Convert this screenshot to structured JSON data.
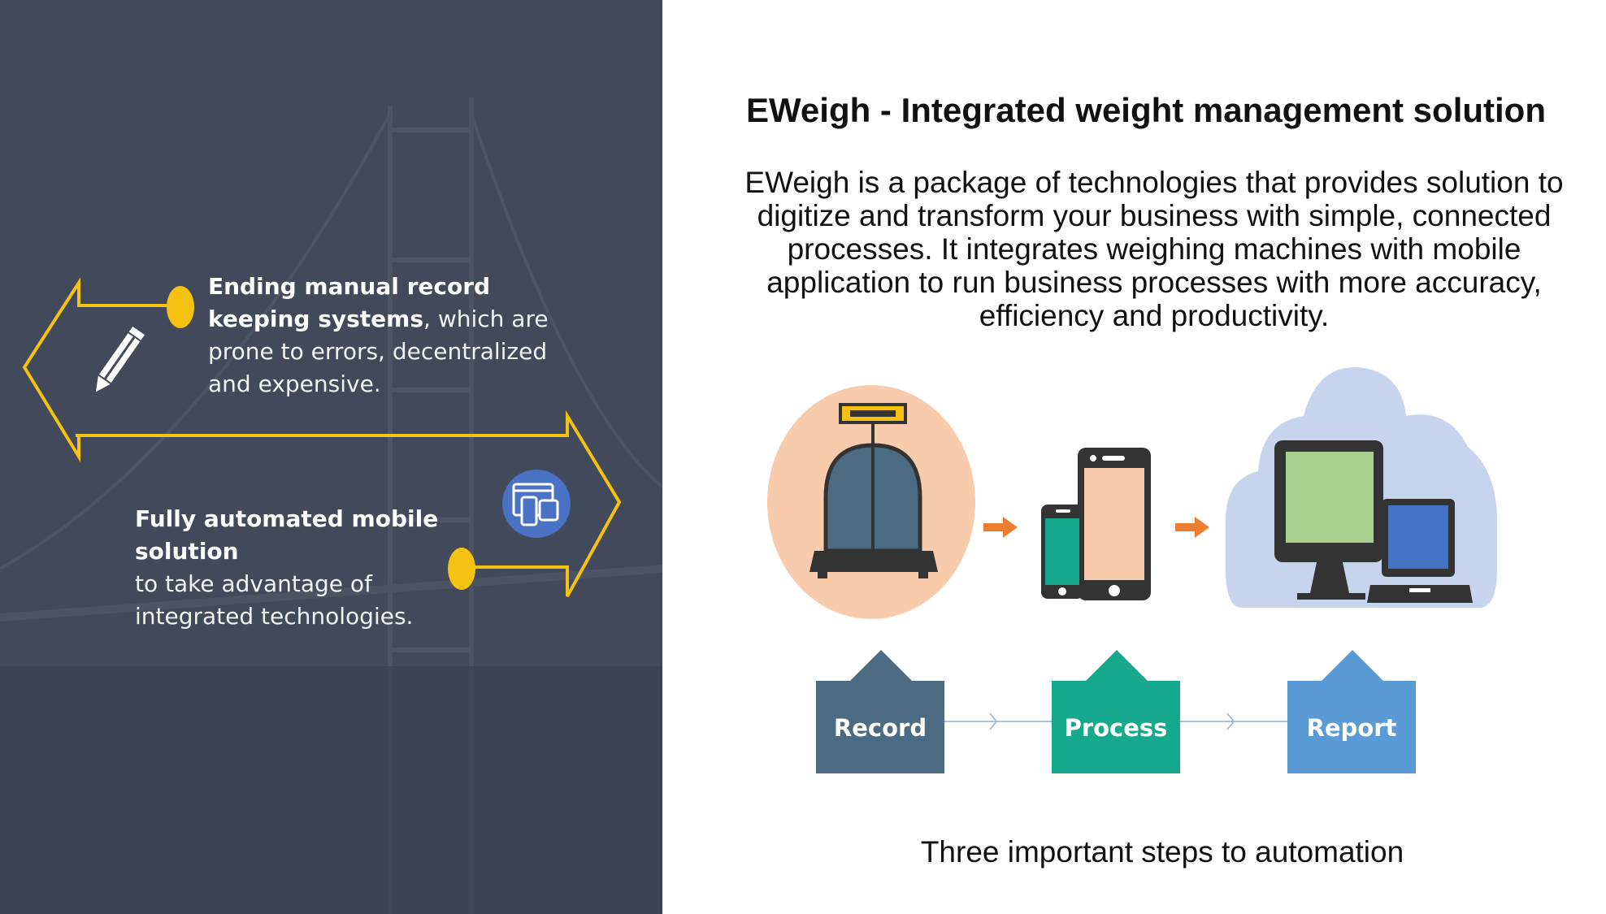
{
  "title": "EWeigh - Integrated weight management solution",
  "intro": "EWeigh is a package of technologies that provides solution to digitize and transform your business with simple, connected processes. It integrates weighing machines with mobile application to run business processes with more accuracy, efficiency and productivity.",
  "left": {
    "point1": {
      "bold": "Ending manual record keeping systems",
      "rest": ", which are prone to errors,  decentralized and expensive.",
      "icon": "pencil-icon"
    },
    "point2": {
      "bold": "Fully automated mobile solution",
      "rest": "to take advantage of integrated technologies.",
      "icon": "devices-icon"
    }
  },
  "steps": [
    {
      "label": "Record",
      "color": "#4a6b82",
      "icon": "weighing-scale-icon"
    },
    {
      "label": "Process",
      "color": "#17a98d",
      "icon": "mobile-phones-icon"
    },
    {
      "label": "Report",
      "color": "#5b9bd5",
      "icon": "cloud-computers-icon"
    }
  ],
  "footer": "Three important steps to automation",
  "colors": {
    "accent_yellow": "#f5c211",
    "left_bg": "#41495a",
    "arrow_orange": "#ed7d31"
  }
}
